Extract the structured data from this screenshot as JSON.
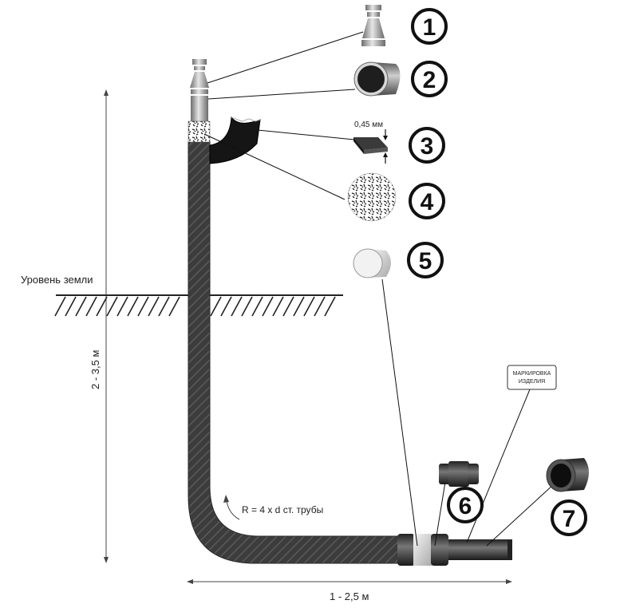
{
  "labels": {
    "ground_level": "Уровень земли",
    "depth": "2 - 3,5 м",
    "length": "1 - 2,5 м",
    "bend_radius": "R = 4 x d ст. трубы",
    "thickness": "0,45 мм",
    "marking_line1": "МАРКИРОВКА",
    "marking_line2": "ИЗДЕЛИЯ"
  },
  "components": [
    {
      "number": "1",
      "icon": "nozzle-icon"
    },
    {
      "number": "2",
      "icon": "pipe-cap-icon"
    },
    {
      "number": "3",
      "icon": "sheet-icon"
    },
    {
      "number": "4",
      "icon": "granules-icon"
    },
    {
      "number": "5",
      "icon": "sleeve-icon"
    },
    {
      "number": "6",
      "icon": "coupling-icon"
    },
    {
      "number": "7",
      "icon": "pipe-end-icon"
    }
  ]
}
